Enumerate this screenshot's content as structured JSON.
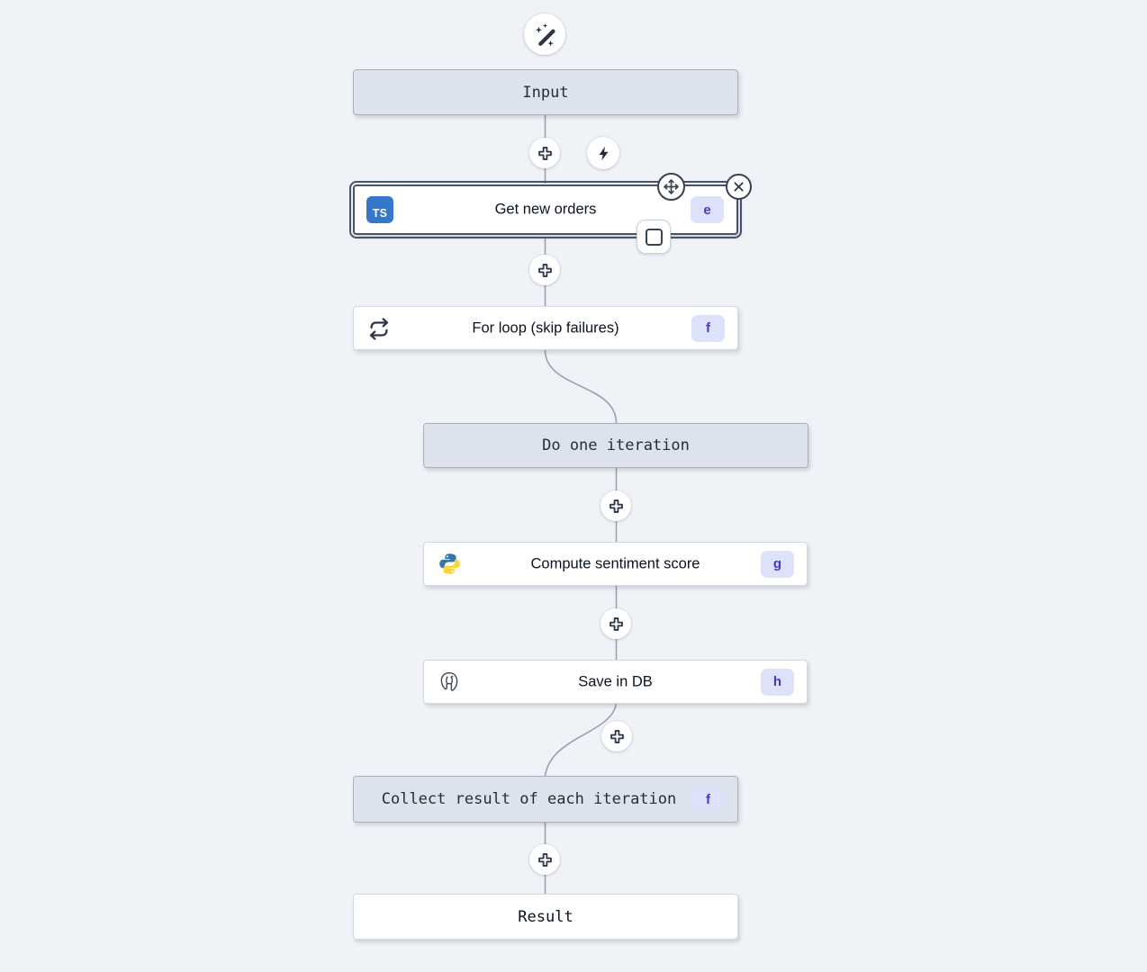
{
  "workflow": {
    "ai_button": {
      "icon": "magic-wand"
    },
    "trigger_button": {
      "icon": "lightning-bolt"
    },
    "nodes": {
      "input": {
        "label": "Input"
      },
      "get_new_orders": {
        "label": "Get new orders",
        "badge": "e",
        "icon": "typescript",
        "icon_text": "TS",
        "selected": true
      },
      "for_loop": {
        "label": "For loop (skip failures)",
        "badge": "f",
        "icon": "repeat"
      },
      "do_one_iteration": {
        "label": "Do one iteration"
      },
      "compute_sentiment_score": {
        "label": "Compute sentiment score",
        "badge": "g",
        "icon": "python"
      },
      "save_in_db": {
        "label": "Save in DB",
        "badge": "h",
        "icon": "postgresql"
      },
      "collect_result": {
        "label": "Collect result of each iteration",
        "badge": "f"
      },
      "result": {
        "label": "Result"
      }
    },
    "colors": {
      "canvas_background": "#eff2f6",
      "tinted_node_background": "#dde3ed",
      "tinted_node_border": "#a6b1bf",
      "white_node_border": "#d3d8df",
      "selected_node_border": "#46536a",
      "badge_background": "#dde2fb",
      "badge_text": "#4338ca",
      "connector_line": "#98a1ac",
      "icon_dark": "#2b3546",
      "typescript_blue": "#3577c8",
      "python_blue": "#3776ab",
      "python_yellow": "#ffd43b"
    }
  }
}
